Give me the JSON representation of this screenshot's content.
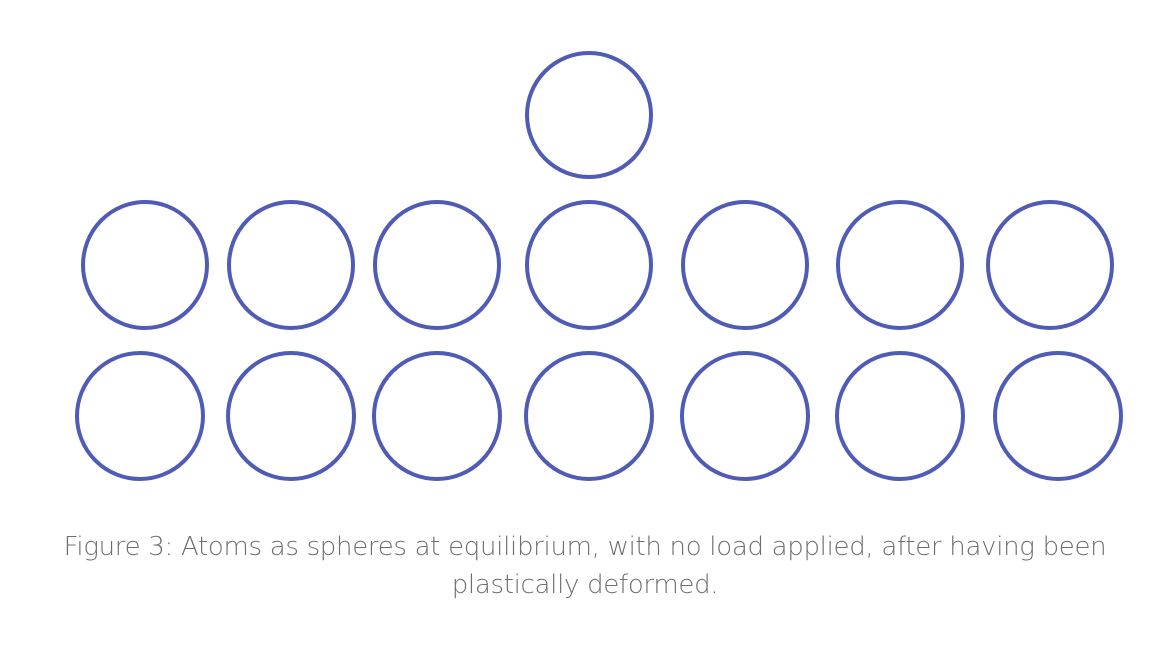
{
  "figure": {
    "caption": "Figure 3: Atoms as spheres at equilibrium, with no load applied, after having been plastically deformed.",
    "atom_color": "#4f5bb5",
    "rows": [
      {
        "name": "extra-atom-row",
        "count": 1
      },
      {
        "name": "upper-atom-row",
        "count": 7
      },
      {
        "name": "lower-atom-row",
        "count": 7
      }
    ]
  }
}
